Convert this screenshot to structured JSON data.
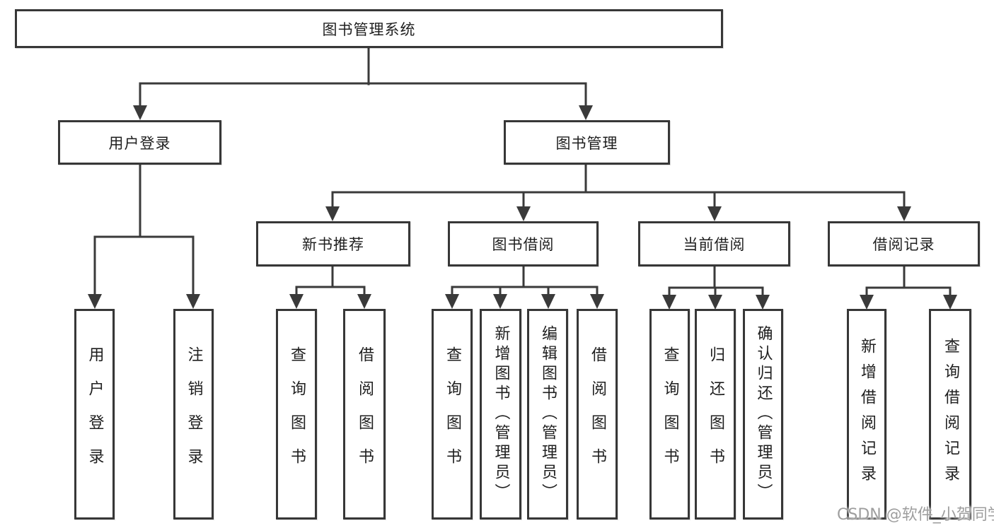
{
  "diagram": {
    "type": "hierarchy-tree",
    "colors": {
      "line": "#3a3a3a",
      "box_border": "#373737",
      "box_fill": "#ffffff",
      "text": "#1f1f1f",
      "watermark_text": "#9e9e9e"
    },
    "tree": {
      "root": {
        "label": "图书管理系统",
        "children": [
          {
            "label": "用户登录",
            "children": [
              {
                "label": "用户登录"
              },
              {
                "label": "注销登录"
              }
            ]
          },
          {
            "label": "图书管理",
            "children": [
              {
                "label": "新书推荐",
                "children": [
                  {
                    "label": "查询图书"
                  },
                  {
                    "label": "借阅图书"
                  }
                ]
              },
              {
                "label": "图书借阅",
                "children": [
                  {
                    "label": "查询图书"
                  },
                  {
                    "label": "新增图书（管理员）"
                  },
                  {
                    "label": "编辑图书（管理员）"
                  },
                  {
                    "label": "借阅图书"
                  }
                ]
              },
              {
                "label": "当前借阅",
                "children": [
                  {
                    "label": "查询图书"
                  },
                  {
                    "label": "归还图书"
                  },
                  {
                    "label": "确认归还（管理员）"
                  }
                ]
              },
              {
                "label": "借阅记录",
                "children": [
                  {
                    "label": "新增借阅记录"
                  },
                  {
                    "label": "查询借阅记录"
                  }
                ]
              }
            ]
          }
        ]
      }
    }
  },
  "watermark": {
    "text": "CSDN @软件_小贺同学"
  }
}
